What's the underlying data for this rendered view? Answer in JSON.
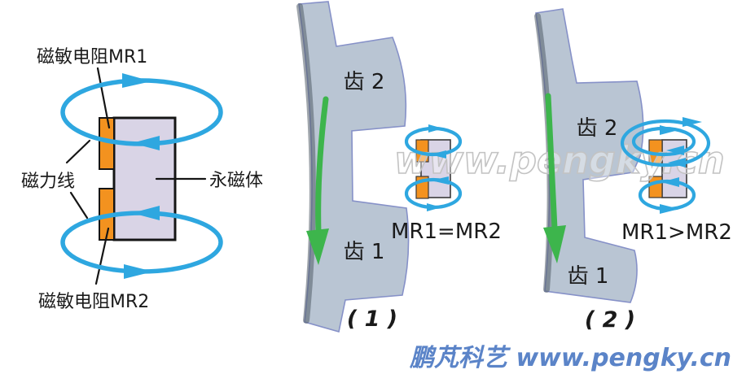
{
  "left_diagram": {
    "mr1_label": "磁敏电阻MR1",
    "field_lines_label": "磁力线",
    "magnet_label": "永磁体",
    "mr2_label": "磁敏电阻MR2"
  },
  "gear_diagram_1": {
    "tooth2_label": "齿 2",
    "tooth1_label": "齿 1",
    "relation": "MR1=MR2",
    "caption": "( 1 )"
  },
  "gear_diagram_2": {
    "tooth2_label": "齿 2",
    "tooth1_label": "齿 1",
    "relation": "MR1>MR2",
    "caption": "( 2 )"
  },
  "watermark": "www.pengky.cn",
  "footer": "鹏芃科艺 www.pengky.cn",
  "colors": {
    "flux_blue": "#2ea7e0",
    "rotation_green": "#3db54c",
    "mr_orange": "#f3921f",
    "magnet_lavender": "#d9d4e6",
    "gear_fill": "#b9c5d3",
    "gear_edge": "#8691c8",
    "footer_blue": "#5b84c8",
    "text_black": "#1a1a1a",
    "watermark_outline": "#c3c3c3"
  }
}
